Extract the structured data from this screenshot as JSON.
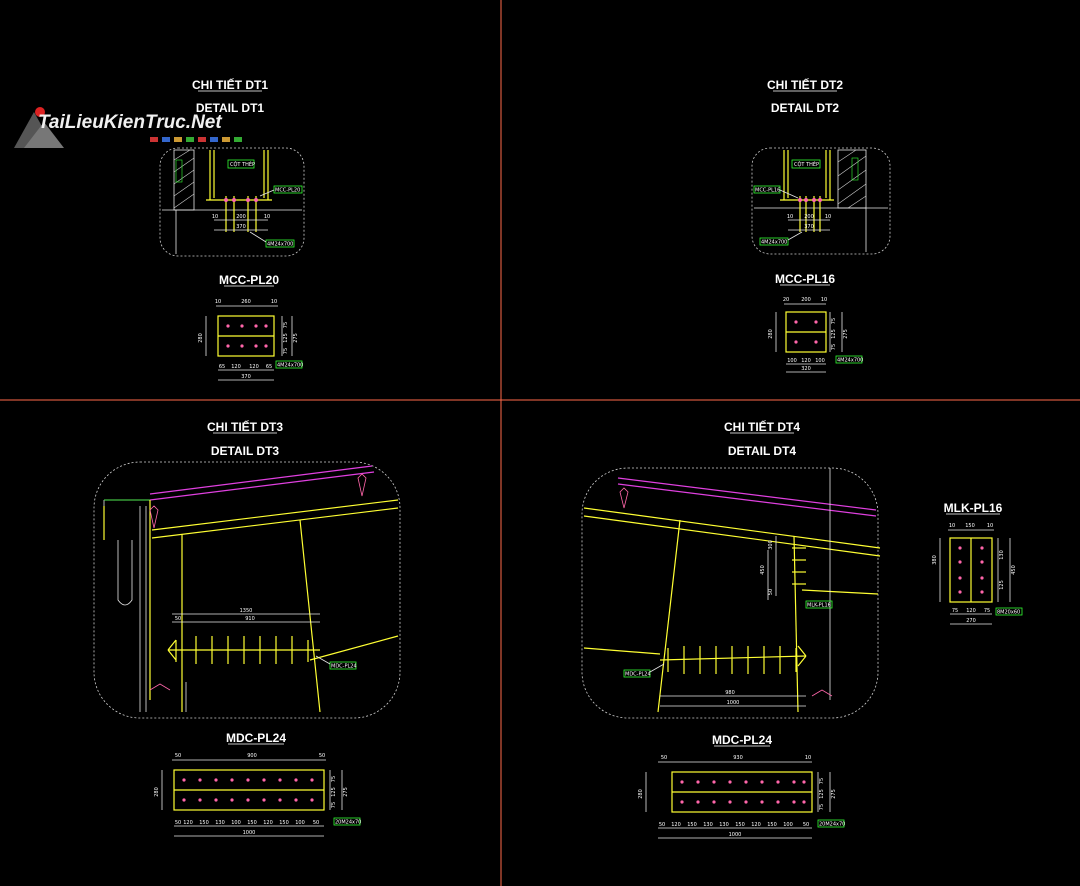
{
  "watermark": {
    "text": "TaiLieuKienTruc.Net"
  },
  "colors": {
    "background": "#000000",
    "member": "#ffff33",
    "dimension": "#e8e8e8",
    "tag_border": "#33ff33",
    "roof": "#e040e0",
    "crosshair": "#ff6a4a",
    "bolt": "#ff66aa"
  },
  "details": {
    "dt1": {
      "title": "CHI TIẾT DT1",
      "subtitle": "DETAIL DT1",
      "tags": [
        "CỘT THÉP",
        "MCC-PL20",
        "4M24x700"
      ],
      "dims": [
        "10",
        "200",
        "10",
        "370"
      ],
      "plate": {
        "name": "MCC-PL20",
        "tag": "4M24x700",
        "top": [
          "10",
          "260",
          "10"
        ],
        "bottom": [
          "65",
          "120",
          "120",
          "65"
        ],
        "total": "370",
        "side": [
          "75",
          "125",
          "75"
        ],
        "height": "275",
        "left": "280"
      }
    },
    "dt2": {
      "title": "CHI TIẾT DT2",
      "subtitle": "DETAIL DT2",
      "tags": [
        "CỘT THÉP",
        "MCC-PL16",
        "4M24x700"
      ],
      "dims": [
        "10",
        "200",
        "10",
        "370"
      ],
      "plate": {
        "name": "MCC-PL16",
        "tag": "4M24x700",
        "top": [
          "20",
          "200",
          "10"
        ],
        "bottom": [
          "100",
          "120",
          "100"
        ],
        "total": "320",
        "side": [
          "75",
          "125",
          "75"
        ],
        "height": "275",
        "left": "280"
      }
    },
    "dt3": {
      "title": "CHI TIẾT DT3",
      "subtitle": "DETAIL DT3",
      "tags": [
        "MDC-PL24"
      ],
      "dims": [
        "1350",
        "50",
        "910"
      ],
      "plate": {
        "name": "MDC-PL24",
        "tag": "20M24x70",
        "top": [
          "50",
          "900",
          "50"
        ],
        "bottom": [
          "50",
          "120",
          "150",
          "130",
          "100",
          "150",
          "120",
          "150",
          "100",
          "50"
        ],
        "total": "1000",
        "side": [
          "75",
          "125",
          "75"
        ],
        "height": "275",
        "left": "280"
      }
    },
    "dt4": {
      "title": "CHI TIẾT DT4",
      "subtitle": "DETAIL DT4",
      "tags": [
        "MDC-PL24",
        "MLK-PL16"
      ],
      "dims": [
        "300",
        "450",
        "50",
        "980",
        "1000"
      ],
      "plate": {
        "name": "MDC-PL24",
        "tag": "20M24x70",
        "top": [
          "50",
          "930",
          "10"
        ],
        "bottom": [
          "50",
          "120",
          "150",
          "130",
          "130",
          "150",
          "120",
          "150",
          "100",
          "50"
        ],
        "total": "1000",
        "side": [
          "75",
          "125",
          "75"
        ],
        "height": "275",
        "left": "280"
      }
    },
    "mlk": {
      "name": "MLK-PL16",
      "tag": "8M20x60",
      "top": [
        "10",
        "150",
        "10"
      ],
      "bottom": [
        "75",
        "120",
        "75"
      ],
      "total": "270",
      "side": [
        "130",
        "125"
      ],
      "right": "450",
      "left": "380"
    }
  }
}
